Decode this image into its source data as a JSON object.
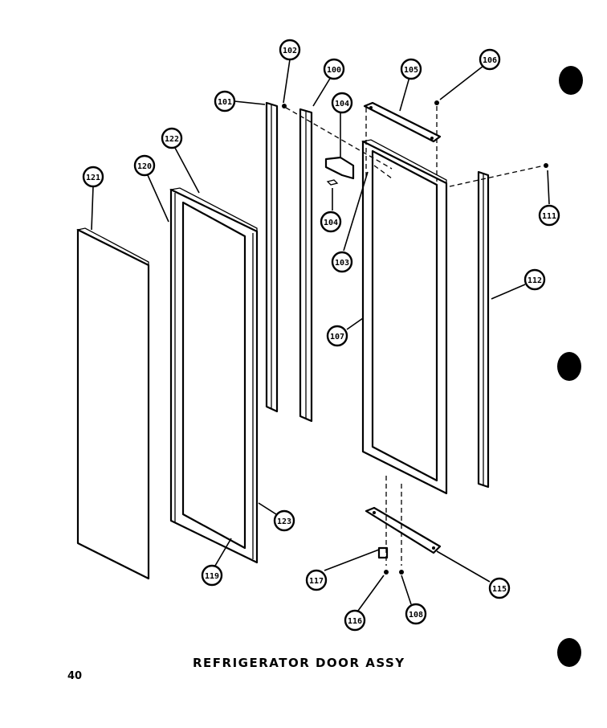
{
  "title": "REFRIGERATOR DOOR ASSY",
  "page_number": "40",
  "callouts": [
    {
      "id": "c102",
      "label": "102"
    },
    {
      "id": "c100",
      "label": "100"
    },
    {
      "id": "c101",
      "label": "101"
    },
    {
      "id": "c105",
      "label": "105"
    },
    {
      "id": "c106",
      "label": "106"
    },
    {
      "id": "c122",
      "label": "122"
    },
    {
      "id": "c120",
      "label": "120"
    },
    {
      "id": "c121",
      "label": "121"
    },
    {
      "id": "c104a",
      "label": "104"
    },
    {
      "id": "c104b",
      "label": "104"
    },
    {
      "id": "c103",
      "label": "103"
    },
    {
      "id": "c111",
      "label": "111"
    },
    {
      "id": "c112",
      "label": "112"
    },
    {
      "id": "c107",
      "label": "107"
    },
    {
      "id": "c123",
      "label": "123"
    },
    {
      "id": "c119",
      "label": "119"
    },
    {
      "id": "c117",
      "label": "117"
    },
    {
      "id": "c115",
      "label": "115"
    },
    {
      "id": "c116",
      "label": "116"
    },
    {
      "id": "c108",
      "label": "108"
    }
  ]
}
